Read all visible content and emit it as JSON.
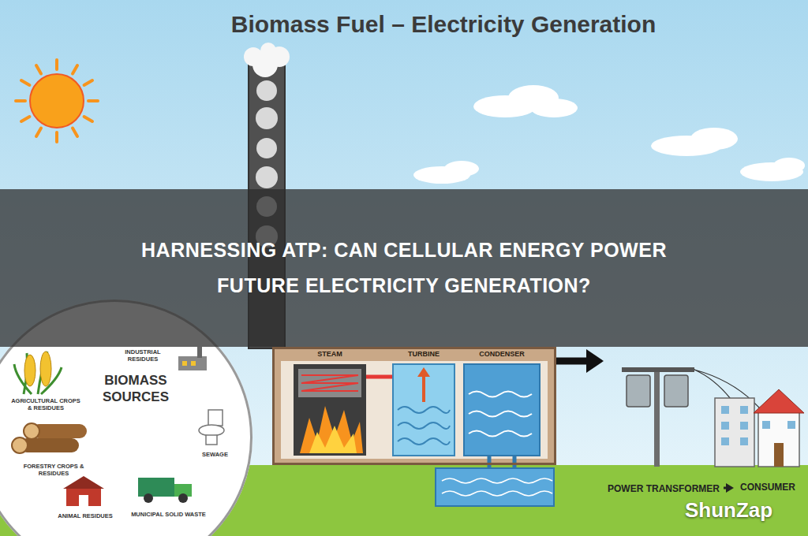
{
  "diagram": {
    "title": "Biomass Fuel – Electricity Generation",
    "nodes": [
      {
        "text": [
          "BIOMASS SOURCES"
        ]
      },
      {
        "text": [
          "STEAM",
          "TURBINE",
          "CONDENSER"
        ]
      },
      {
        "text": [
          "POWER TRANSFORMER"
        ]
      },
      {
        "text": [
          "CONSUMER"
        ]
      }
    ],
    "edges": [
      {
        "from": 1,
        "to": 2,
        "arrow": "to"
      },
      {
        "from": 2,
        "to": 3,
        "arrow": "to"
      }
    ],
    "labels": [
      "HARNESSING ATP: CAN CELLULAR ENERGY POWER FUTURE ELECTRICITY GENERATION?",
      "ShunZap",
      "AGRICULTURAL CROPS & RESIDUES",
      "INDUSTRIAL RESIDUES",
      "FORESTRY CROPS & RESIDUES",
      "SEWAGE",
      "ANIMAL RESIDUES",
      "MUNICIPAL SOLID WASTE"
    ]
  }
}
